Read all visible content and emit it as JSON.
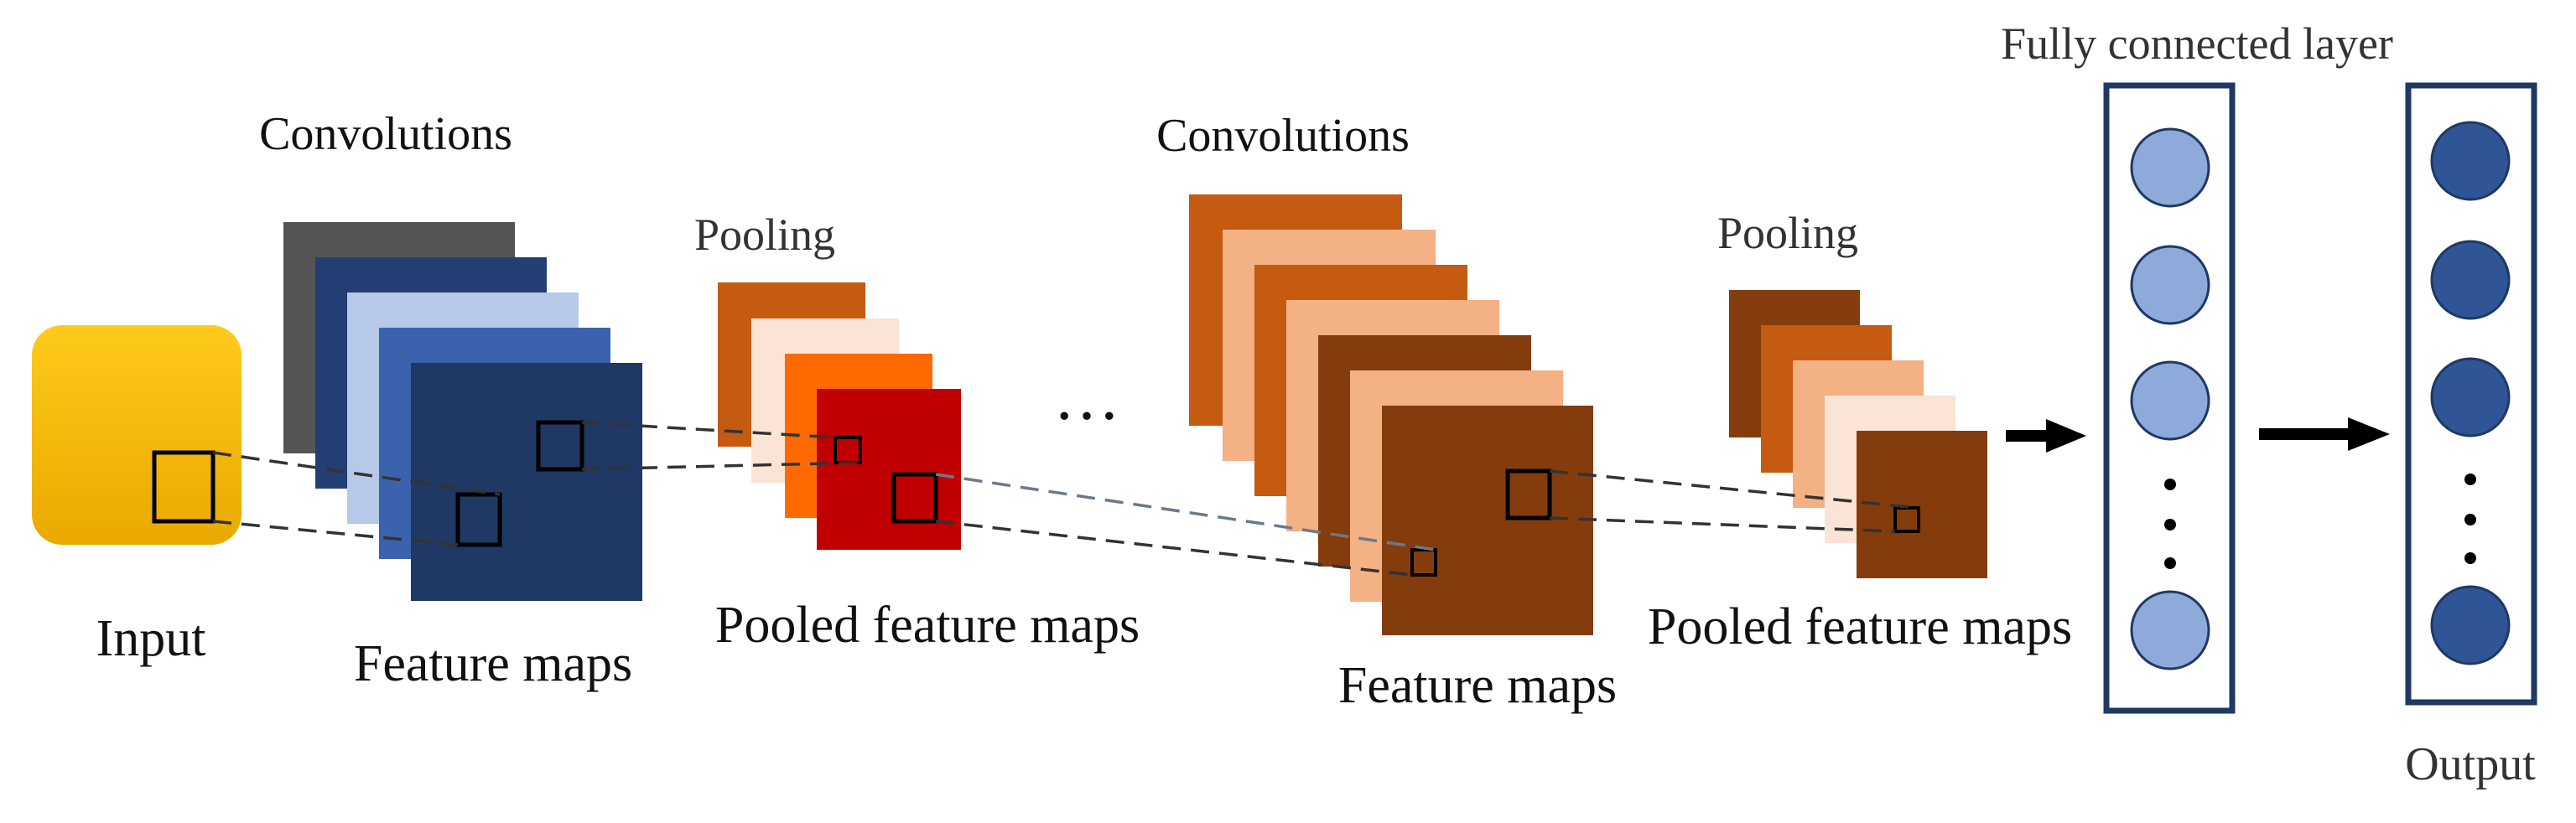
{
  "labels": {
    "input": "Input",
    "convolutions_1": "Convolutions",
    "feature_maps_1": "Feature maps",
    "pooling_1": "Pooling",
    "pooled_feature_maps_1": "Pooled feature maps",
    "ellipsis": "…",
    "convolutions_2": "Convolutions",
    "feature_maps_2": "Feature maps",
    "pooling_2": "Pooling",
    "pooled_feature_maps_2": "Pooled feature maps",
    "fully_connected_layer": "Fully connected layer",
    "output": "Output"
  },
  "colors": {
    "input_top": "#ffca1c",
    "input_bottom": "#e9a900",
    "conv1_maps": [
      "#545454",
      "#233e72",
      "#b7c9e8",
      "#3b63ad",
      "#1f3864"
    ],
    "pool1_maps": [
      "#c55a11",
      "#fbe4d5",
      "#ff6a00",
      "#c00000"
    ],
    "conv2_maps": [
      "#c55a11",
      "#f4b183",
      "#c55a11",
      "#f4b183",
      "#843c0c",
      "#f4b183",
      "#843c0c"
    ],
    "pool2_maps": [
      "#843c0c",
      "#c55a11",
      "#f4b183",
      "#fbe4d5",
      "#843c0c"
    ],
    "fc_node": "#8eaadb",
    "output_node": "#2f5597",
    "layer_border": "#1f3864",
    "arrow": "#000000"
  },
  "icons": {
    "arrow_1": "right-arrow-icon",
    "arrow_2": "right-arrow-icon"
  }
}
